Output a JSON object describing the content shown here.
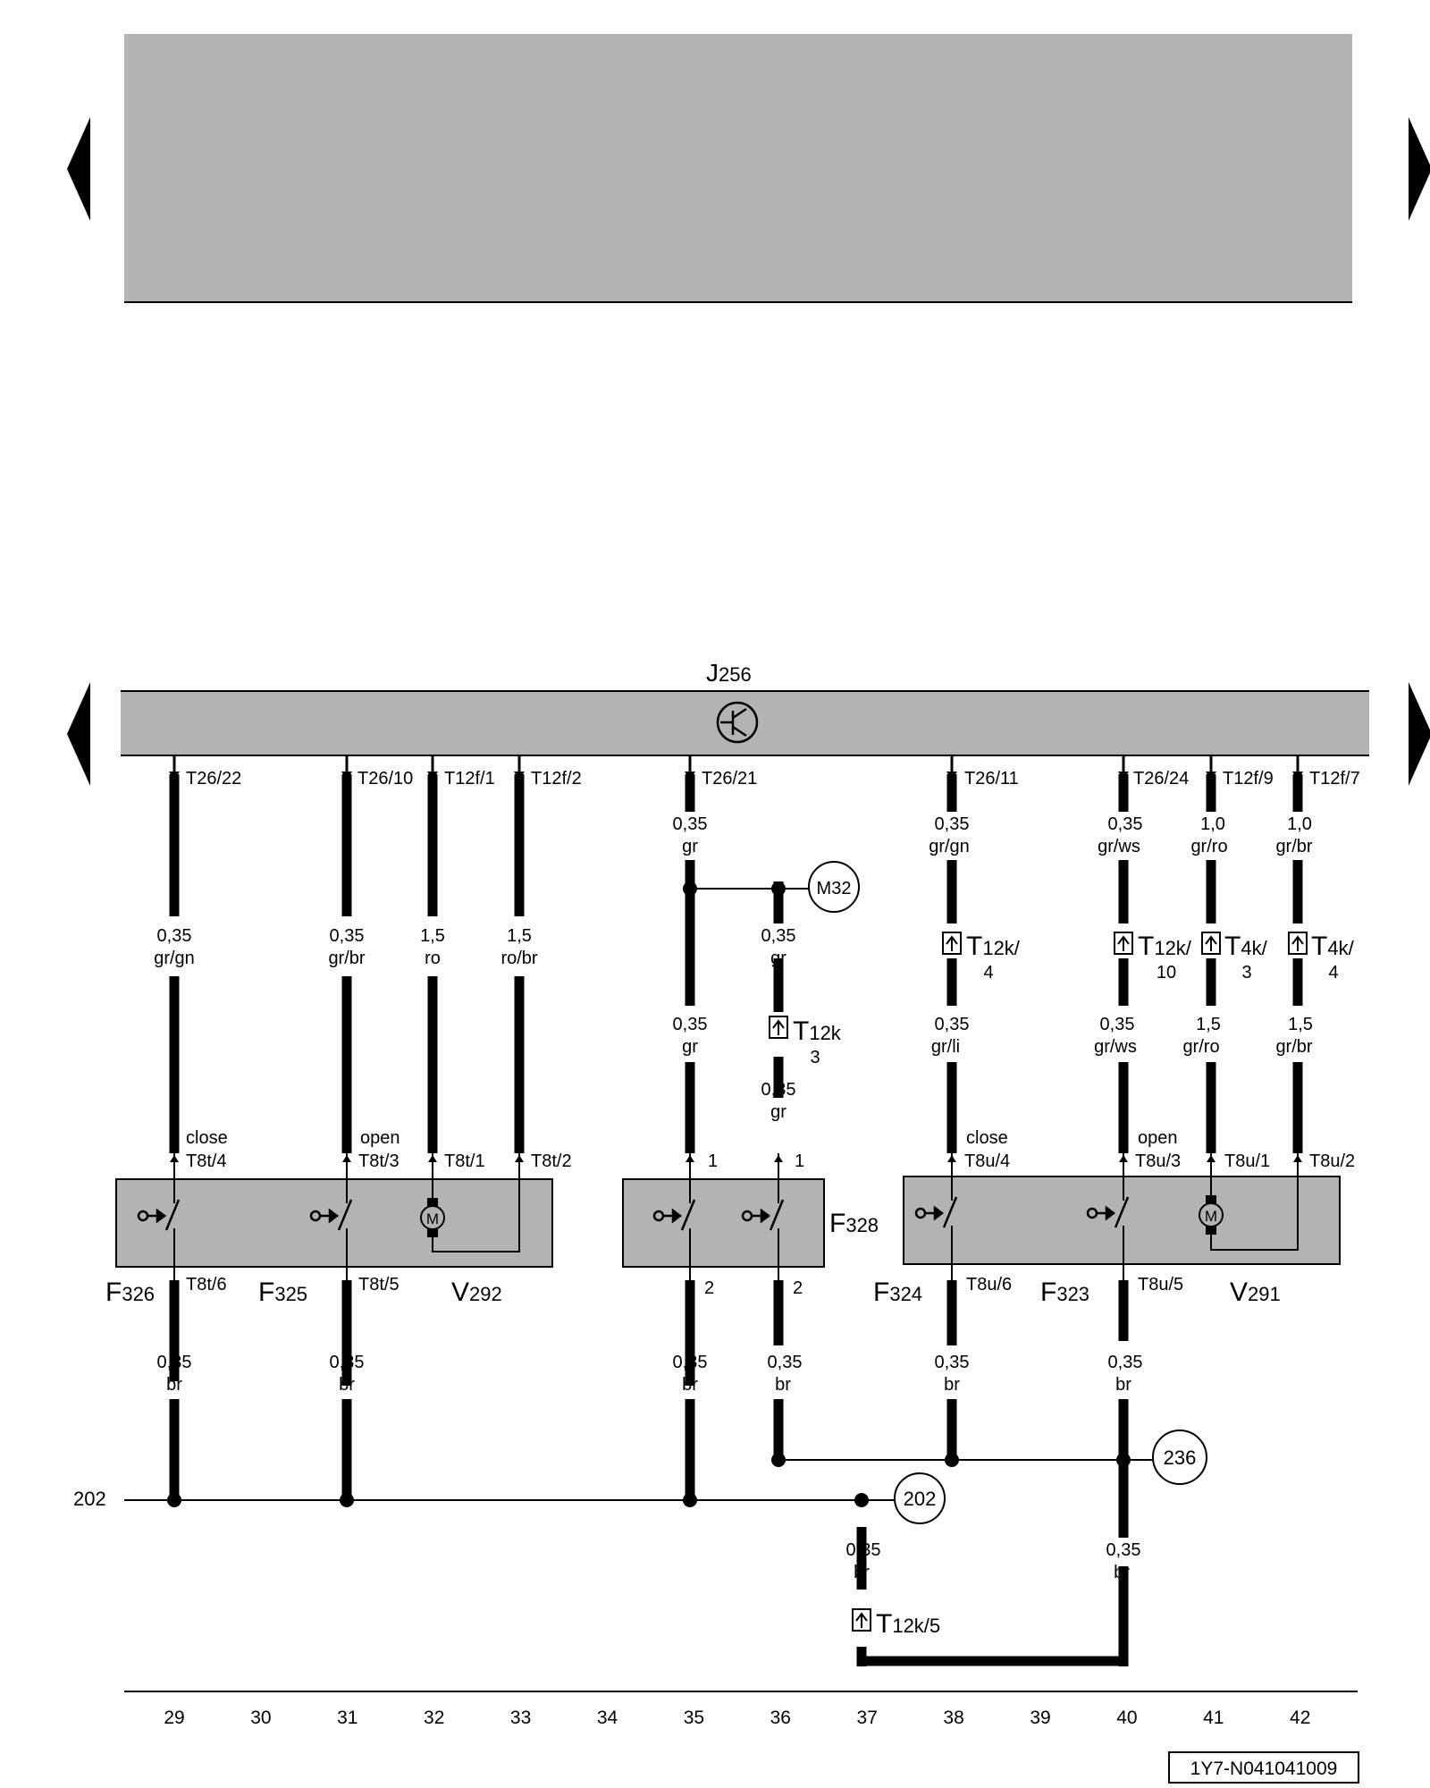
{
  "control_unit": {
    "prefix": "J",
    "number": "256"
  },
  "pins": {
    "p1": "T26/22",
    "p2": "T26/10",
    "p3": "T12f/1",
    "p4": "T12f/2",
    "p5": "T26/21",
    "p6": "T26/11",
    "p7": "T26/24",
    "p8": "T12f/9",
    "p9": "T12f/7"
  },
  "wires": {
    "w1a_size": "0,35",
    "w1a_color": "gr/gn",
    "w2a_size": "0,35",
    "w2a_color": "gr/br",
    "w3a_size": "1,5",
    "w3a_color": "ro",
    "w4a_size": "1,5",
    "w4a_color": "ro/br",
    "w5a_size": "0,35",
    "w5a_color": "gr",
    "w5b_size": "0,35",
    "w5b_color": "gr",
    "w6a_size": "0,35",
    "w6a_color": "gr",
    "w6b_size": "0,35",
    "w6b_color": "gr",
    "w7a_size": "0,35",
    "w7a_color": "gr/gn",
    "w7b_size": "0,35",
    "w7b_color": "gr/li",
    "w8a_size": "0,35",
    "w8a_color": "gr/ws",
    "w8b_size": "0,35",
    "w8b_color": "gr/ws",
    "w9a_size": "1,0",
    "w9a_color": "gr/ro",
    "w9b_size": "1,5",
    "w9b_color": "gr/ro",
    "w10a_size": "1,0",
    "w10a_color": "gr/br",
    "w10b_size": "1,5",
    "w10b_color": "gr/br",
    "g1_size": "0,35",
    "g1_color": "br",
    "g2_size": "0,35",
    "g2_color": "br",
    "g3_size": "0,35",
    "g3_color": "br",
    "g4_size": "0,35",
    "g4_color": "br",
    "g5_size": "0,35",
    "g5_color": "br",
    "g6_size": "0,35",
    "g6_color": "br",
    "g7_size": "0,35",
    "g7_color": "br",
    "g8_size": "0,35",
    "g8_color": "br"
  },
  "connectors": {
    "t12k3_main": "T",
    "t12k3_sub": "12k",
    "t12k3_pin": "3",
    "t12k4_main": "T",
    "t12k4_sub": "12k/",
    "t12k4_pin": "4",
    "t12k10_main": "T",
    "t12k10_sub": "12k/",
    "t12k10_pin": "10",
    "t4k3_main": "T",
    "t4k3_sub": "4k/",
    "t4k3_pin": "3",
    "t4k4_main": "T",
    "t4k4_sub": "4k/",
    "t4k4_pin": "4",
    "t12k5_main": "T",
    "t12k5_sub": "12k/5"
  },
  "actuator_left": {
    "close": "close",
    "open": "open",
    "pin_close": "T8t/4",
    "pin_open": "T8t/3",
    "pin_m1": "T8t/1",
    "pin_m2": "T8t/2",
    "pin_b1": "T8t/6",
    "pin_b2": "T8t/5",
    "f326_p": "F",
    "f326_n": "326",
    "f325_p": "F",
    "f325_n": "325",
    "v292_p": "V",
    "v292_n": "292"
  },
  "switch_mid": {
    "pin_t1": "1",
    "pin_t2": "1",
    "pin_b1": "2",
    "pin_b2": "2",
    "f328_p": "F",
    "f328_n": "328"
  },
  "actuator_right": {
    "close": "close",
    "open": "open",
    "pin_close": "T8u/4",
    "pin_open": "T8u/3",
    "pin_m1": "T8u/1",
    "pin_m2": "T8u/2",
    "pin_b1": "T8u/6",
    "pin_b2": "T8u/5",
    "f324_p": "F",
    "f324_n": "324",
    "f323_p": "F",
    "f323_n": "323",
    "v291_p": "V",
    "v291_n": "291"
  },
  "refs": {
    "m32": "M32",
    "r236": "236",
    "r202": "202",
    "left202": "202"
  },
  "motor_glyph": "M",
  "scale": [
    "29",
    "30",
    "31",
    "32",
    "33",
    "34",
    "35",
    "36",
    "37",
    "38",
    "39",
    "40",
    "41",
    "42"
  ],
  "doc_id": "1Y7-N041041009",
  "colors": {
    "panel_gray": "#b3b3b3",
    "line": "#000000"
  }
}
